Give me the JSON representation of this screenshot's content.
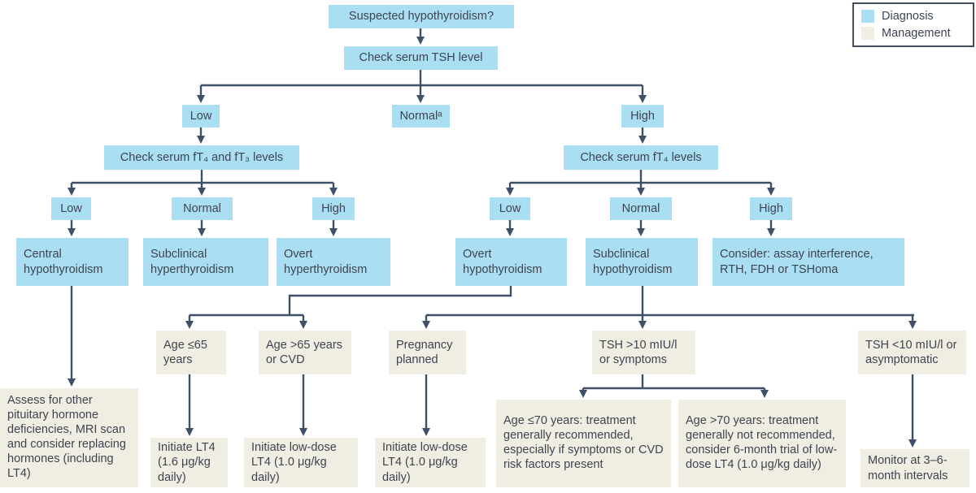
{
  "legend": {
    "items": [
      {
        "label": "Diagnosis",
        "color": "#aadef3"
      },
      {
        "label": "Management",
        "color": "#f0ede3"
      }
    ]
  },
  "colors": {
    "diagnosis_fill": "#aadef3",
    "management_fill": "#f0ede3",
    "connector": "#3d5068",
    "text": "#3e4450"
  },
  "nodes": {
    "suspected": {
      "label": "Suspected hypothyroidism?"
    },
    "check_tsh": {
      "label": "Check serum TSH level"
    },
    "tsh_low": {
      "label": "Low"
    },
    "tsh_normal": {
      "label": "Normalᵃ"
    },
    "tsh_high": {
      "label": "High"
    },
    "check_ft4_ft3": {
      "label": "Check serum fT₄ and fT₃ levels"
    },
    "check_ft4": {
      "label": "Check serum fT₄ levels"
    },
    "ft_low": {
      "label": "Low"
    },
    "ft_normal": {
      "label": "Normal"
    },
    "ft_high": {
      "label": "High"
    },
    "ft4_low": {
      "label": "Low"
    },
    "ft4_normal": {
      "label": "Normal"
    },
    "ft4_high": {
      "label": "High"
    },
    "central_hypothyroidism": {
      "label": "Central hypothyroidism"
    },
    "subclinical_hyperthyroidism": {
      "label": "Subclinical hyperthyroidism"
    },
    "overt_hyperthyroidism": {
      "label": "Overt hyperthyroidism"
    },
    "overt_hypothyroidism": {
      "label": "Overt hypothyroidism"
    },
    "subclinical_hypothyroidism": {
      "label": "Subclinical hypothyroidism"
    },
    "consider": {
      "label": "Consider: assay interference, RTH, FDH or TSHoma"
    },
    "age_le65": {
      "label": "Age ≤65 years"
    },
    "age_gt65": {
      "label": "Age >65 years or CVD"
    },
    "pregnancy": {
      "label": "Pregnancy planned"
    },
    "tsh_gt10": {
      "label": "TSH >10 mIU/l or symptoms"
    },
    "tsh_lt10": {
      "label": "TSH <10 mIU/l or asymptomatic"
    },
    "assess": {
      "label": "Assess for other pituitary hormone deficiencies, MRI scan and consider replacing hormones (including LT4)"
    },
    "initiate_lt4": {
      "label": "Initiate LT4 (1.6 μg/kg daily)"
    },
    "initiate_low_dose_1": {
      "label": "Initiate low-dose LT4 (1.0 μg/kg daily)"
    },
    "initiate_low_dose_2": {
      "label": "Initiate low-dose LT4 (1.0 μg/kg daily)"
    },
    "age_le70": {
      "label": "Age ≤70 years: treatment generally recommended, especially if symptoms or CVD risk factors present"
    },
    "age_gt70": {
      "label": "Age >70 years: treatment generally not recommended, consider 6-month trial of low-dose LT4 (1.0 μg/kg daily)"
    },
    "monitor": {
      "label": "Monitor at 3–6-month intervals"
    }
  }
}
